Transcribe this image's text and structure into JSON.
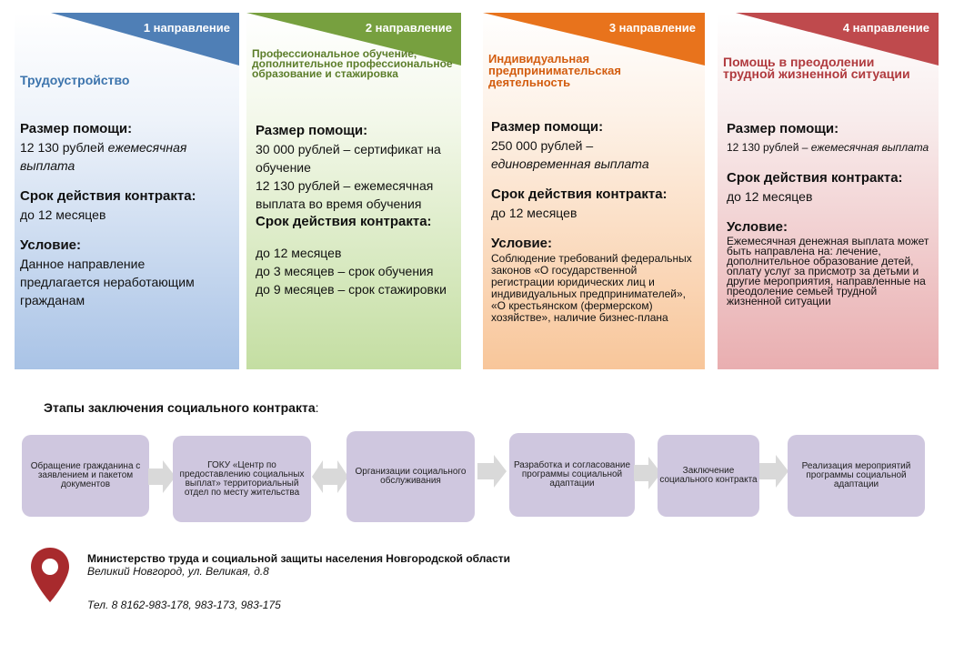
{
  "cards": [
    {
      "tab": "1 направление",
      "title": "Трудоустройство",
      "help_label": "Размер помощи:",
      "help_value_plain": "12 130 рублей ",
      "help_value_italic": "ежемесячная выплата",
      "term_label": "Срок действия контракта:",
      "term_value": "до 12 месяцев",
      "cond_label": "Условие:",
      "cond_value": "Данное направление предлагается неработающим гражданам",
      "color": "#4f7fb6"
    },
    {
      "tab": "2 направление",
      "title": "Профессиональное обучение, дополнительное профессиональное образование и стажировка",
      "help_label": "Размер помощи:",
      "help_line1": "30 000 рублей – сертификат на обучение",
      "help_line2": "12 130 рублей – ежемесячная выплата во время обучения",
      "term_label": "Срок действия контракта:",
      "term_line1": "до 12 месяцев",
      "term_line2": "до 3 месяцев – срок обучения",
      "term_line3": "до 9 месяцев – срок стажировки",
      "color": "#77a03f"
    },
    {
      "tab": "3 направление",
      "title": "Индивидуальная предпринимательская деятельность",
      "help_label": "Размер помощи:",
      "help_value_plain": "250 000 рублей –",
      "help_value_italic": "единовременная выплата",
      "term_label": "Срок действия контракта:",
      "term_value": "до 12 месяцев",
      "cond_label": "Условие:",
      "cond_value": "Соблюдение требований федеральных законов «О государственной регистрации юридических лиц и индивидуальных предпринимателей», «О крестьянском (фермерском) хозяйстве», наличие бизнес-плана",
      "color": "#e8731c"
    },
    {
      "tab": "4  направление",
      "title": "Помощь в преодолении трудной жизненной ситуации",
      "help_label": "Размер помощи:",
      "help_value_plain": "12 130 рублей – ",
      "help_value_italic": "ежемесячная выплата",
      "term_label": "Срок действия контракта:",
      "term_value": "до 12 месяцев",
      "cond_label": "Условие:",
      "cond_value": "Ежемесячная денежная выплата может быть направлена на: лечение, дополнительное образование детей, оплату услуг за присмотр за детьми и другие мероприятия, направленные на преодоление семьей трудной жизненной ситуации",
      "color": "#bf4a4d"
    }
  ],
  "stages": {
    "title": "Этапы заключения социального контракта",
    "title_suffix": ":",
    "steps": [
      "Обращение гражданина с заявлением и пакетом документов",
      "ГОКУ «Центр по предоставлению социальных выплат» территориальный отдел по месту жительства",
      "Организации социального обслуживания",
      "Разработка и согласование программы социальной адаптации",
      "Заключение социального контракта",
      "Реализация мероприятий программы социальной адаптации"
    ]
  },
  "footer": {
    "org": "Министерство труда и социальной защиты населения Новгородской области",
    "address": "Великий Новгород, ул. Великая, д.8",
    "phone": "Тел. 8 8162-983-178, 983-173, 983-175",
    "icon": "location-pin-icon",
    "icon_color": "#a82a2d"
  }
}
